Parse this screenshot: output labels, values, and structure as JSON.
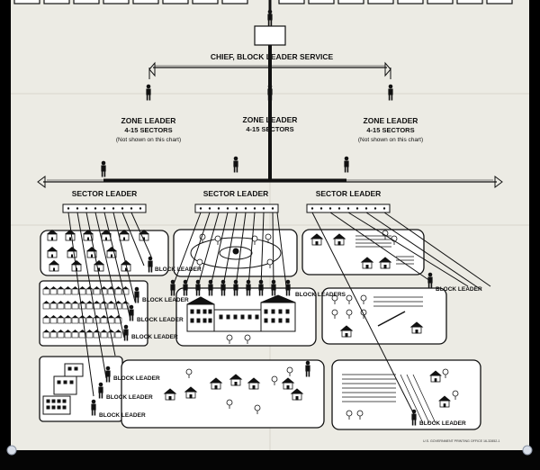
{
  "chart": {
    "chief": "CHIEF, BLOCK LEADER SERVICE",
    "zone_leader": "ZONE LEADER",
    "zone_sectors": "4-15 SECTORS",
    "zone_note": "(Not shown on this chart)",
    "sector_leader": "SECTOR LEADER",
    "block_leader": "BLOCK LEADER",
    "block_leaders": "BLOCK LEADERS",
    "footer": "U.S. GOVERNMENT PRINTING OFFICE 16-32852-1"
  },
  "colors": {
    "paper": "#ecebe4",
    "ink": "#111111",
    "frame": "#050505"
  }
}
